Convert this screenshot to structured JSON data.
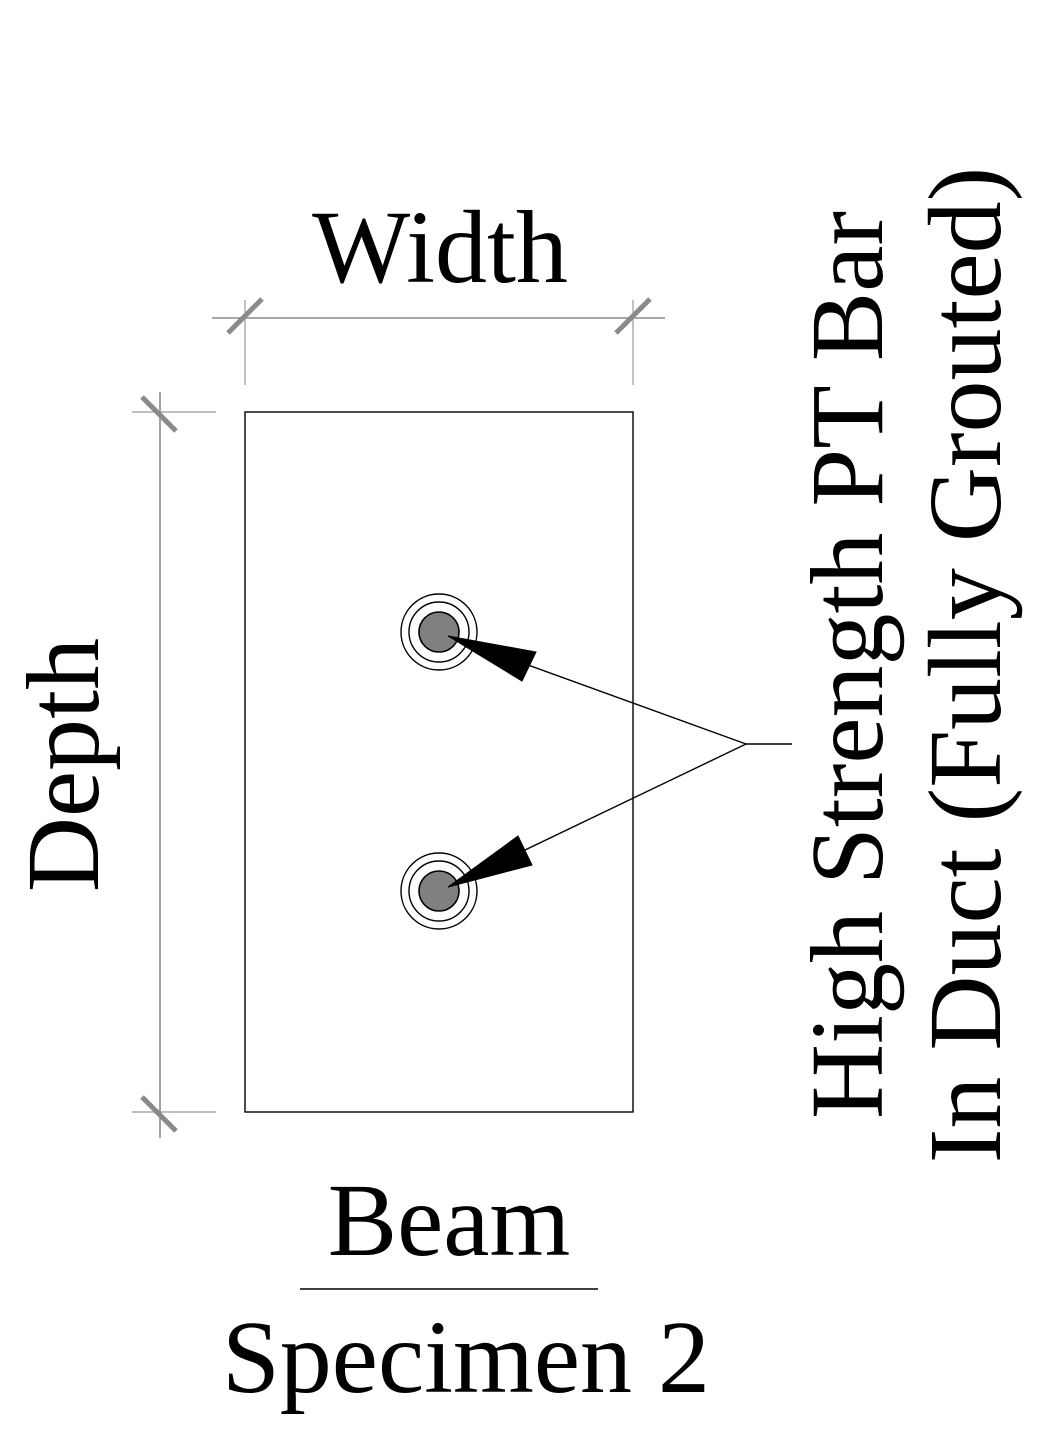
{
  "labels": {
    "width": "Width",
    "depth": "Depth",
    "callout_line1": "High Strength PT Bar",
    "callout_line2": "In Duct (Fully Grouted)",
    "title": "Beam",
    "subtitle": "Specimen 2"
  },
  "colors": {
    "bar_fill": "#808080",
    "dimension_line": "#8a8a8a",
    "outline": "#000000"
  },
  "bars": [
    {
      "name": "upper-pt-bar"
    },
    {
      "name": "lower-pt-bar"
    }
  ]
}
